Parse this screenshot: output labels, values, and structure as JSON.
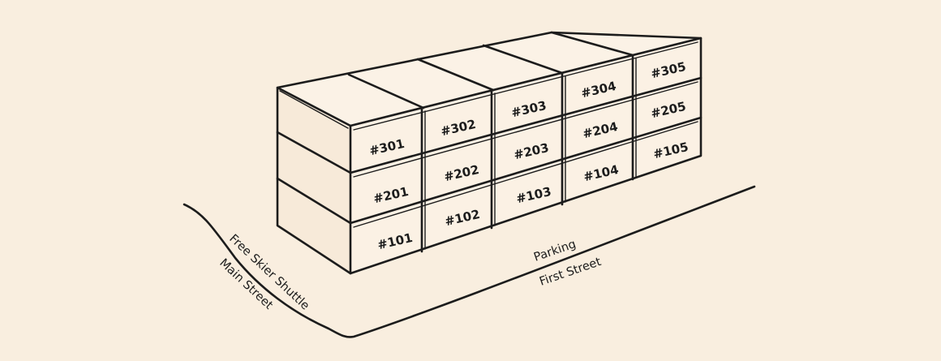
{
  "units": {
    "u101": "#101",
    "u102": "#102",
    "u103": "#103",
    "u104": "#104",
    "u105": "#105",
    "u201": "#201",
    "u202": "#202",
    "u203": "#203",
    "u204": "#204",
    "u205": "#205",
    "u301": "#301",
    "u302": "#302",
    "u303": "#303",
    "u304": "#304",
    "u305": "#305"
  },
  "streets": {
    "shuttle": "Free Skier Shuttle",
    "main": "Main Street",
    "parking": "Parking",
    "first": "First Street"
  },
  "colors": {
    "background": "#f9eedf",
    "ink": "#1c1c1c"
  }
}
